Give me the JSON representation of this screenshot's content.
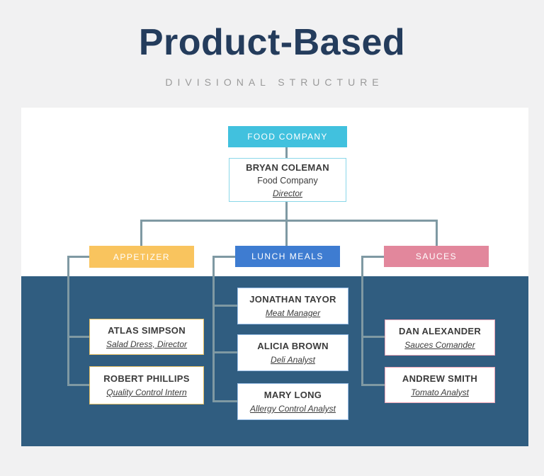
{
  "header": {
    "title": "Product-Based",
    "subtitle": "DIVISIONAL STRUCTURE"
  },
  "colors": {
    "page_bg": "#f1f1f2",
    "panel_bg": "#ffffff",
    "band_bg": "#305d80",
    "connector": "#7f99a3",
    "title_text": "#243c5c",
    "subtitle_text": "#9a9a9a",
    "root_bg": "#41c1de",
    "root_border": "#8ad7e9"
  },
  "org": {
    "root": {
      "label": "FOOD COMPANY"
    },
    "director": {
      "name": "BRYAN COLEMAN",
      "company": "Food Company",
      "title": "Director"
    },
    "divisions": [
      {
        "label": "APPETIZER",
        "color": "#f9c45e",
        "member_border": "#e3bd62",
        "members": [
          {
            "name": "ATLAS SIMPSON",
            "title": "Salad Dress, Director"
          },
          {
            "name": "ROBERT PHILLIPS",
            "title": "Quality Control Intern"
          }
        ]
      },
      {
        "label": "LUNCH MEALS",
        "color": "#3e7cd1",
        "member_border": "#9cc0e8",
        "members": [
          {
            "name": "JONATHAN TAYOR",
            "title": "Meat Manager"
          },
          {
            "name": "ALICIA BROWN",
            "title": "Deli Analyst"
          },
          {
            "name": "MARY LONG",
            "title": "Allergy Control Analyst"
          }
        ]
      },
      {
        "label": "SAUCES",
        "color": "#e2879c",
        "member_border": "#eda4b6",
        "members": [
          {
            "name": "DAN ALEXANDER",
            "title": "Sauces Comander"
          },
          {
            "name": "ANDREW SMITH",
            "title": "Tomato Analyst"
          }
        ]
      }
    ]
  }
}
